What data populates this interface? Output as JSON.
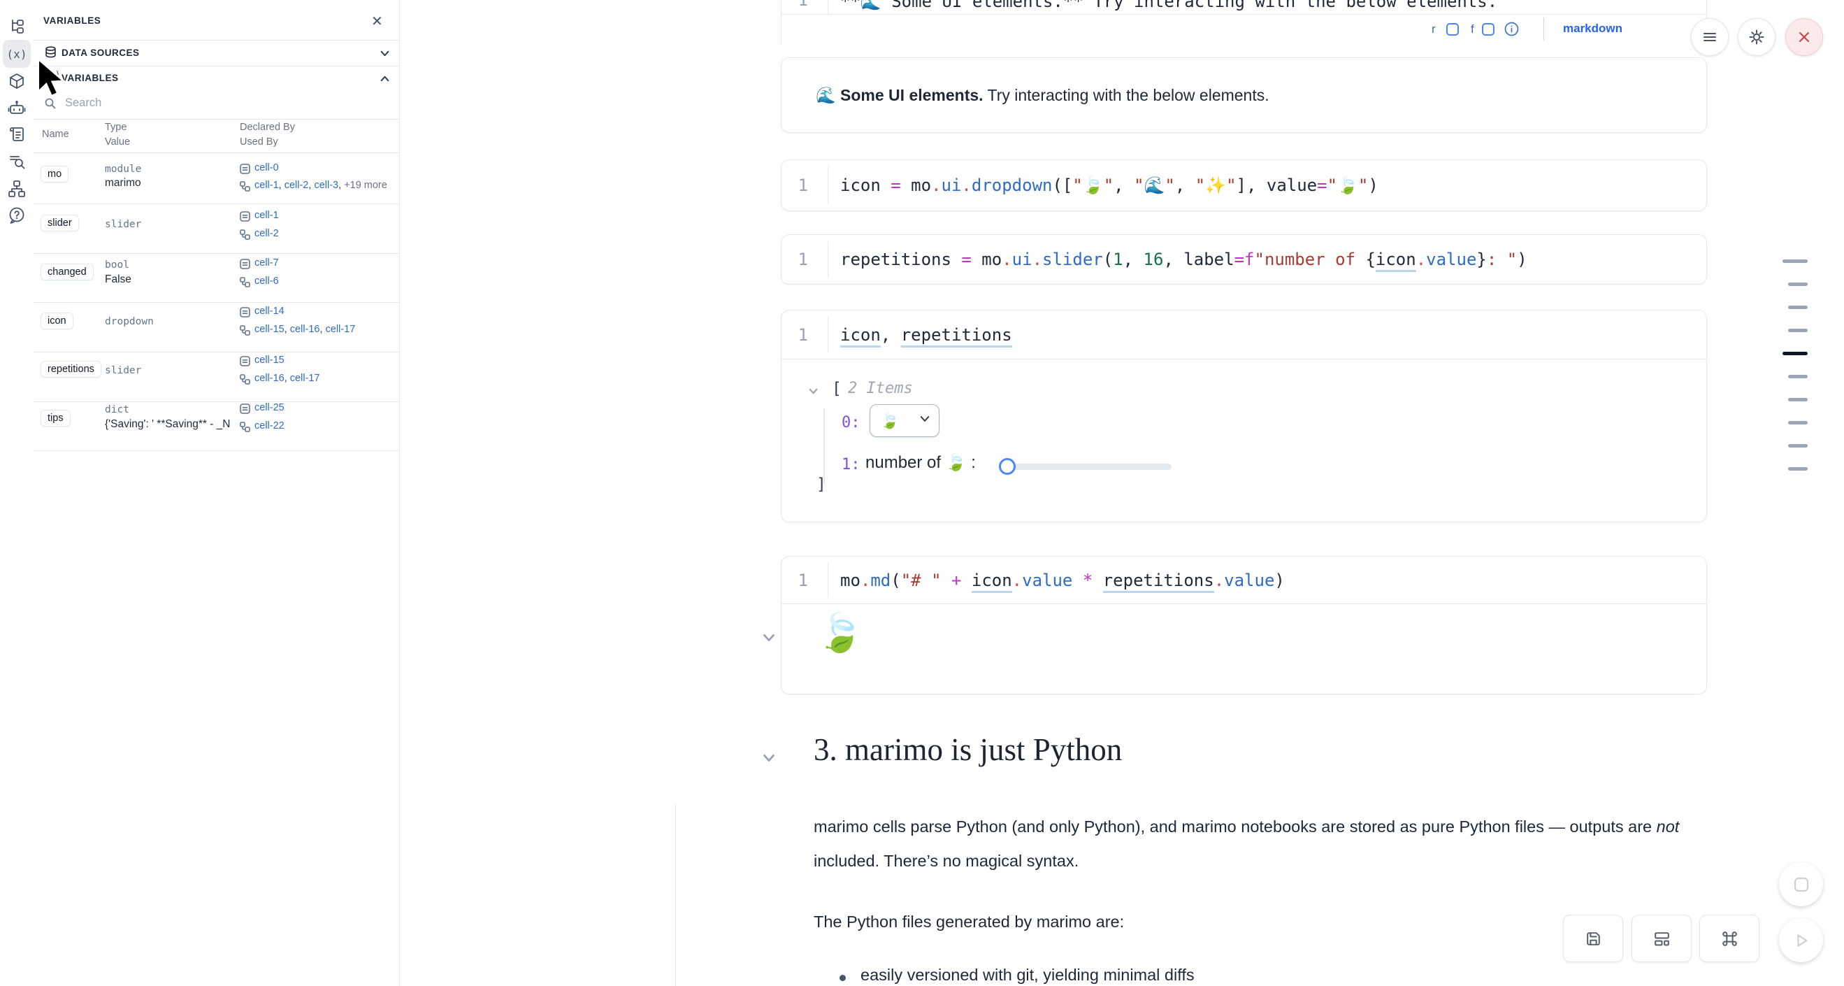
{
  "sidebar": {
    "variables_icon_glyph": "(x)"
  },
  "panel": {
    "title": "VARIABLES",
    "close_icon": "✕",
    "sections": {
      "data_sources": "DATA SOURCES",
      "variables": "VARIABLES"
    },
    "search_placeholder": "Search",
    "table": {
      "headers": {
        "name": "Name",
        "type": "Type",
        "value": "Value",
        "declared": "Declared By",
        "used": "Used By"
      },
      "rows": [
        {
          "name": "mo",
          "type": "module",
          "value": "marimo",
          "declared": [
            "cell-0"
          ],
          "used": [
            "cell-1",
            "cell-2",
            "cell-3"
          ],
          "used_more": "+19 more"
        },
        {
          "name": "slider",
          "type": "slider",
          "value": "",
          "declared": [
            "cell-1"
          ],
          "used": [
            "cell-2"
          ]
        },
        {
          "name": "changed",
          "type": "bool",
          "value": "False",
          "declared": [
            "cell-7"
          ],
          "used": [
            "cell-6"
          ]
        },
        {
          "name": "icon",
          "type": "dropdown",
          "value": "",
          "declared": [
            "cell-14"
          ],
          "used": [
            "cell-15",
            "cell-16",
            "cell-17"
          ]
        },
        {
          "name": "repetitions",
          "type": "slider",
          "value": "",
          "declared": [
            "cell-15"
          ],
          "used": [
            "cell-16",
            "cell-17"
          ]
        },
        {
          "name": "tips",
          "type": "dict",
          "value": "{'Saving': ' **Saving** - _Na...",
          "declared": [
            "cell-25"
          ],
          "used": [
            "cell-22"
          ]
        }
      ]
    }
  },
  "notebook": {
    "top_cell": {
      "line_number": "1",
      "clipped_code": "**🌊 Some UI elements.** Try interacting with the below elements.",
      "toolbar": {
        "r": "r",
        "f": "f",
        "language": "markdown"
      },
      "output_bold": "🌊 Some UI elements.",
      "output_rest": " Try interacting with the below elements."
    },
    "cells": {
      "dropdown": {
        "line_number": "1",
        "tokens": [
          {
            "s": "v",
            "t": "icon "
          },
          {
            "s": "o",
            "t": "="
          },
          {
            "s": "v",
            "t": " mo"
          },
          {
            "s": "d",
            "t": "."
          },
          {
            "s": "p",
            "t": "ui"
          },
          {
            "s": "d",
            "t": "."
          },
          {
            "s": "p",
            "t": "dropdown"
          },
          {
            "s": "v",
            "t": "(["
          },
          {
            "s": "s",
            "t": "\"🍃\""
          },
          {
            "s": "v",
            "t": ", "
          },
          {
            "s": "s",
            "t": "\"🌊\""
          },
          {
            "s": "v",
            "t": ", "
          },
          {
            "s": "s",
            "t": "\"✨\""
          },
          {
            "s": "v",
            "t": "], value"
          },
          {
            "s": "o",
            "t": "="
          },
          {
            "s": "s",
            "t": "\"🍃\""
          },
          {
            "s": "v",
            "t": ")"
          }
        ]
      },
      "slider": {
        "line_number": "1",
        "tokens": [
          {
            "s": "v",
            "t": "repetitions "
          },
          {
            "s": "o",
            "t": "="
          },
          {
            "s": "v",
            "t": " mo"
          },
          {
            "s": "d",
            "t": "."
          },
          {
            "s": "p",
            "t": "ui"
          },
          {
            "s": "d",
            "t": "."
          },
          {
            "s": "p",
            "t": "slider"
          },
          {
            "s": "v",
            "t": "("
          },
          {
            "s": "n",
            "t": "1"
          },
          {
            "s": "v",
            "t": ", "
          },
          {
            "s": "n",
            "t": "16"
          },
          {
            "s": "v",
            "t": ", label"
          },
          {
            "s": "o",
            "t": "="
          },
          {
            "s": "o",
            "t": "f"
          },
          {
            "s": "s",
            "t": "\"number of "
          },
          {
            "s": "v",
            "t": "{"
          },
          {
            "s": "u",
            "t": "icon"
          },
          {
            "s": "d",
            "t": "."
          },
          {
            "s": "p",
            "t": "value"
          },
          {
            "s": "v",
            "t": "}"
          },
          {
            "s": "s",
            "t": ": \""
          },
          {
            "s": "v",
            "t": ")"
          }
        ]
      },
      "tuple": {
        "line_number": "1",
        "tokens": [
          {
            "s": "u",
            "t": "icon"
          },
          {
            "s": "v",
            "t": ", "
          },
          {
            "s": "u",
            "t": "repetitions"
          }
        ]
      },
      "md": {
        "line_number": "1",
        "tokens": [
          {
            "s": "v",
            "t": "mo"
          },
          {
            "s": "d",
            "t": "."
          },
          {
            "s": "p",
            "t": "md"
          },
          {
            "s": "v",
            "t": "("
          },
          {
            "s": "s",
            "t": "\"# \""
          },
          {
            "s": "v",
            "t": " "
          },
          {
            "s": "o",
            "t": "+"
          },
          {
            "s": "v",
            "t": " "
          },
          {
            "s": "u",
            "t": "icon"
          },
          {
            "s": "d",
            "t": "."
          },
          {
            "s": "p",
            "t": "value"
          },
          {
            "s": "v",
            "t": " "
          },
          {
            "s": "o",
            "t": "*"
          },
          {
            "s": "v",
            "t": " "
          },
          {
            "s": "u",
            "t": "repetitions"
          },
          {
            "s": "d",
            "t": "."
          },
          {
            "s": "p",
            "t": "value"
          },
          {
            "s": "v",
            "t": ")"
          }
        ]
      }
    },
    "tuple_output": {
      "bracket_open": "[",
      "count_label": "2 Items",
      "index0": "0:",
      "index1": "1:",
      "dropdown_value": "🍃",
      "slider_label": "number of 🍃 :",
      "bracket_close": "]"
    },
    "md_output_leaf": "🍃",
    "section": {
      "heading": "3. marimo is just Python",
      "para1_a": "marimo cells parse Python (and only Python), and marimo notebooks are stored as pure Python files — outputs are ",
      "para1_em": "not",
      "para1_b": " included. There’s no magical syntax.",
      "para2": "The Python files generated by marimo are:",
      "bullet1": "easily versioned with git, yielding minimal diffs"
    }
  }
}
